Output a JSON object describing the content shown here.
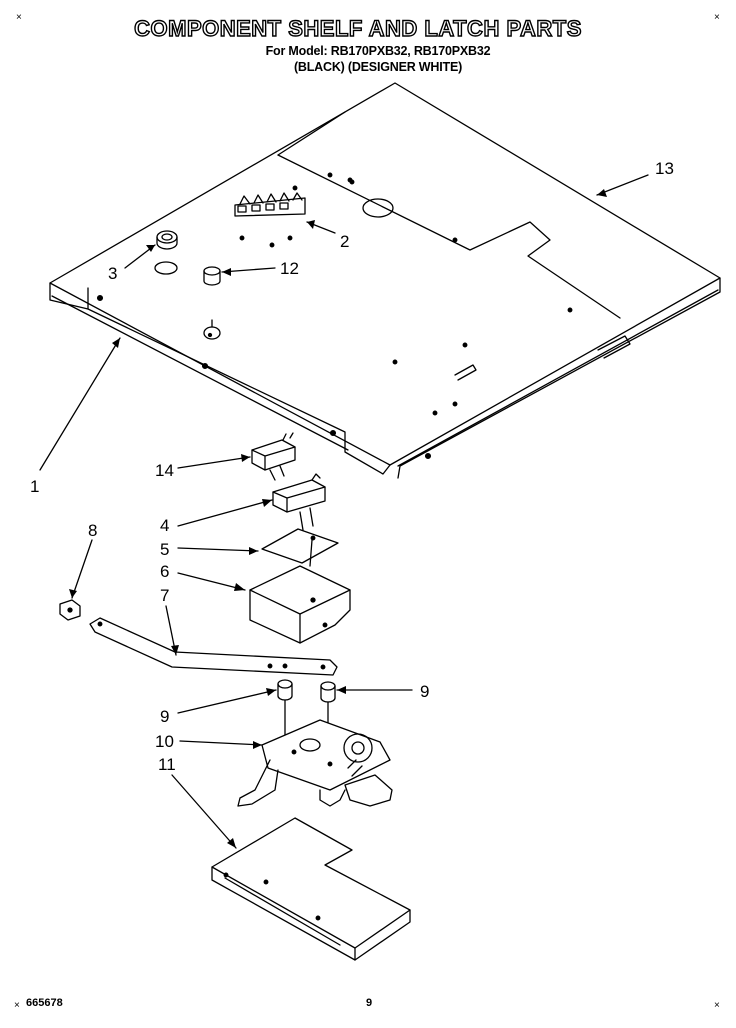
{
  "header": {
    "title": "COMPONENT SHELF AND LATCH PARTS",
    "models_line": "For Model: RB170PXB32, RB170PXB32",
    "colors_line": "(BLACK)  (DESIGNER WHITE)"
  },
  "callouts": {
    "c1": "1",
    "c2": "2",
    "c3": "3",
    "c4": "4",
    "c5": "5",
    "c6": "6",
    "c7": "7",
    "c8": "8",
    "c9a": "9",
    "c9b": "9",
    "c10": "10",
    "c11": "11",
    "c12": "12",
    "c13": "13",
    "c14": "14"
  },
  "footer": {
    "doc_number": "665678",
    "page_number": "9"
  },
  "colors": {
    "ink": "#000000",
    "paper": "#ffffff"
  }
}
